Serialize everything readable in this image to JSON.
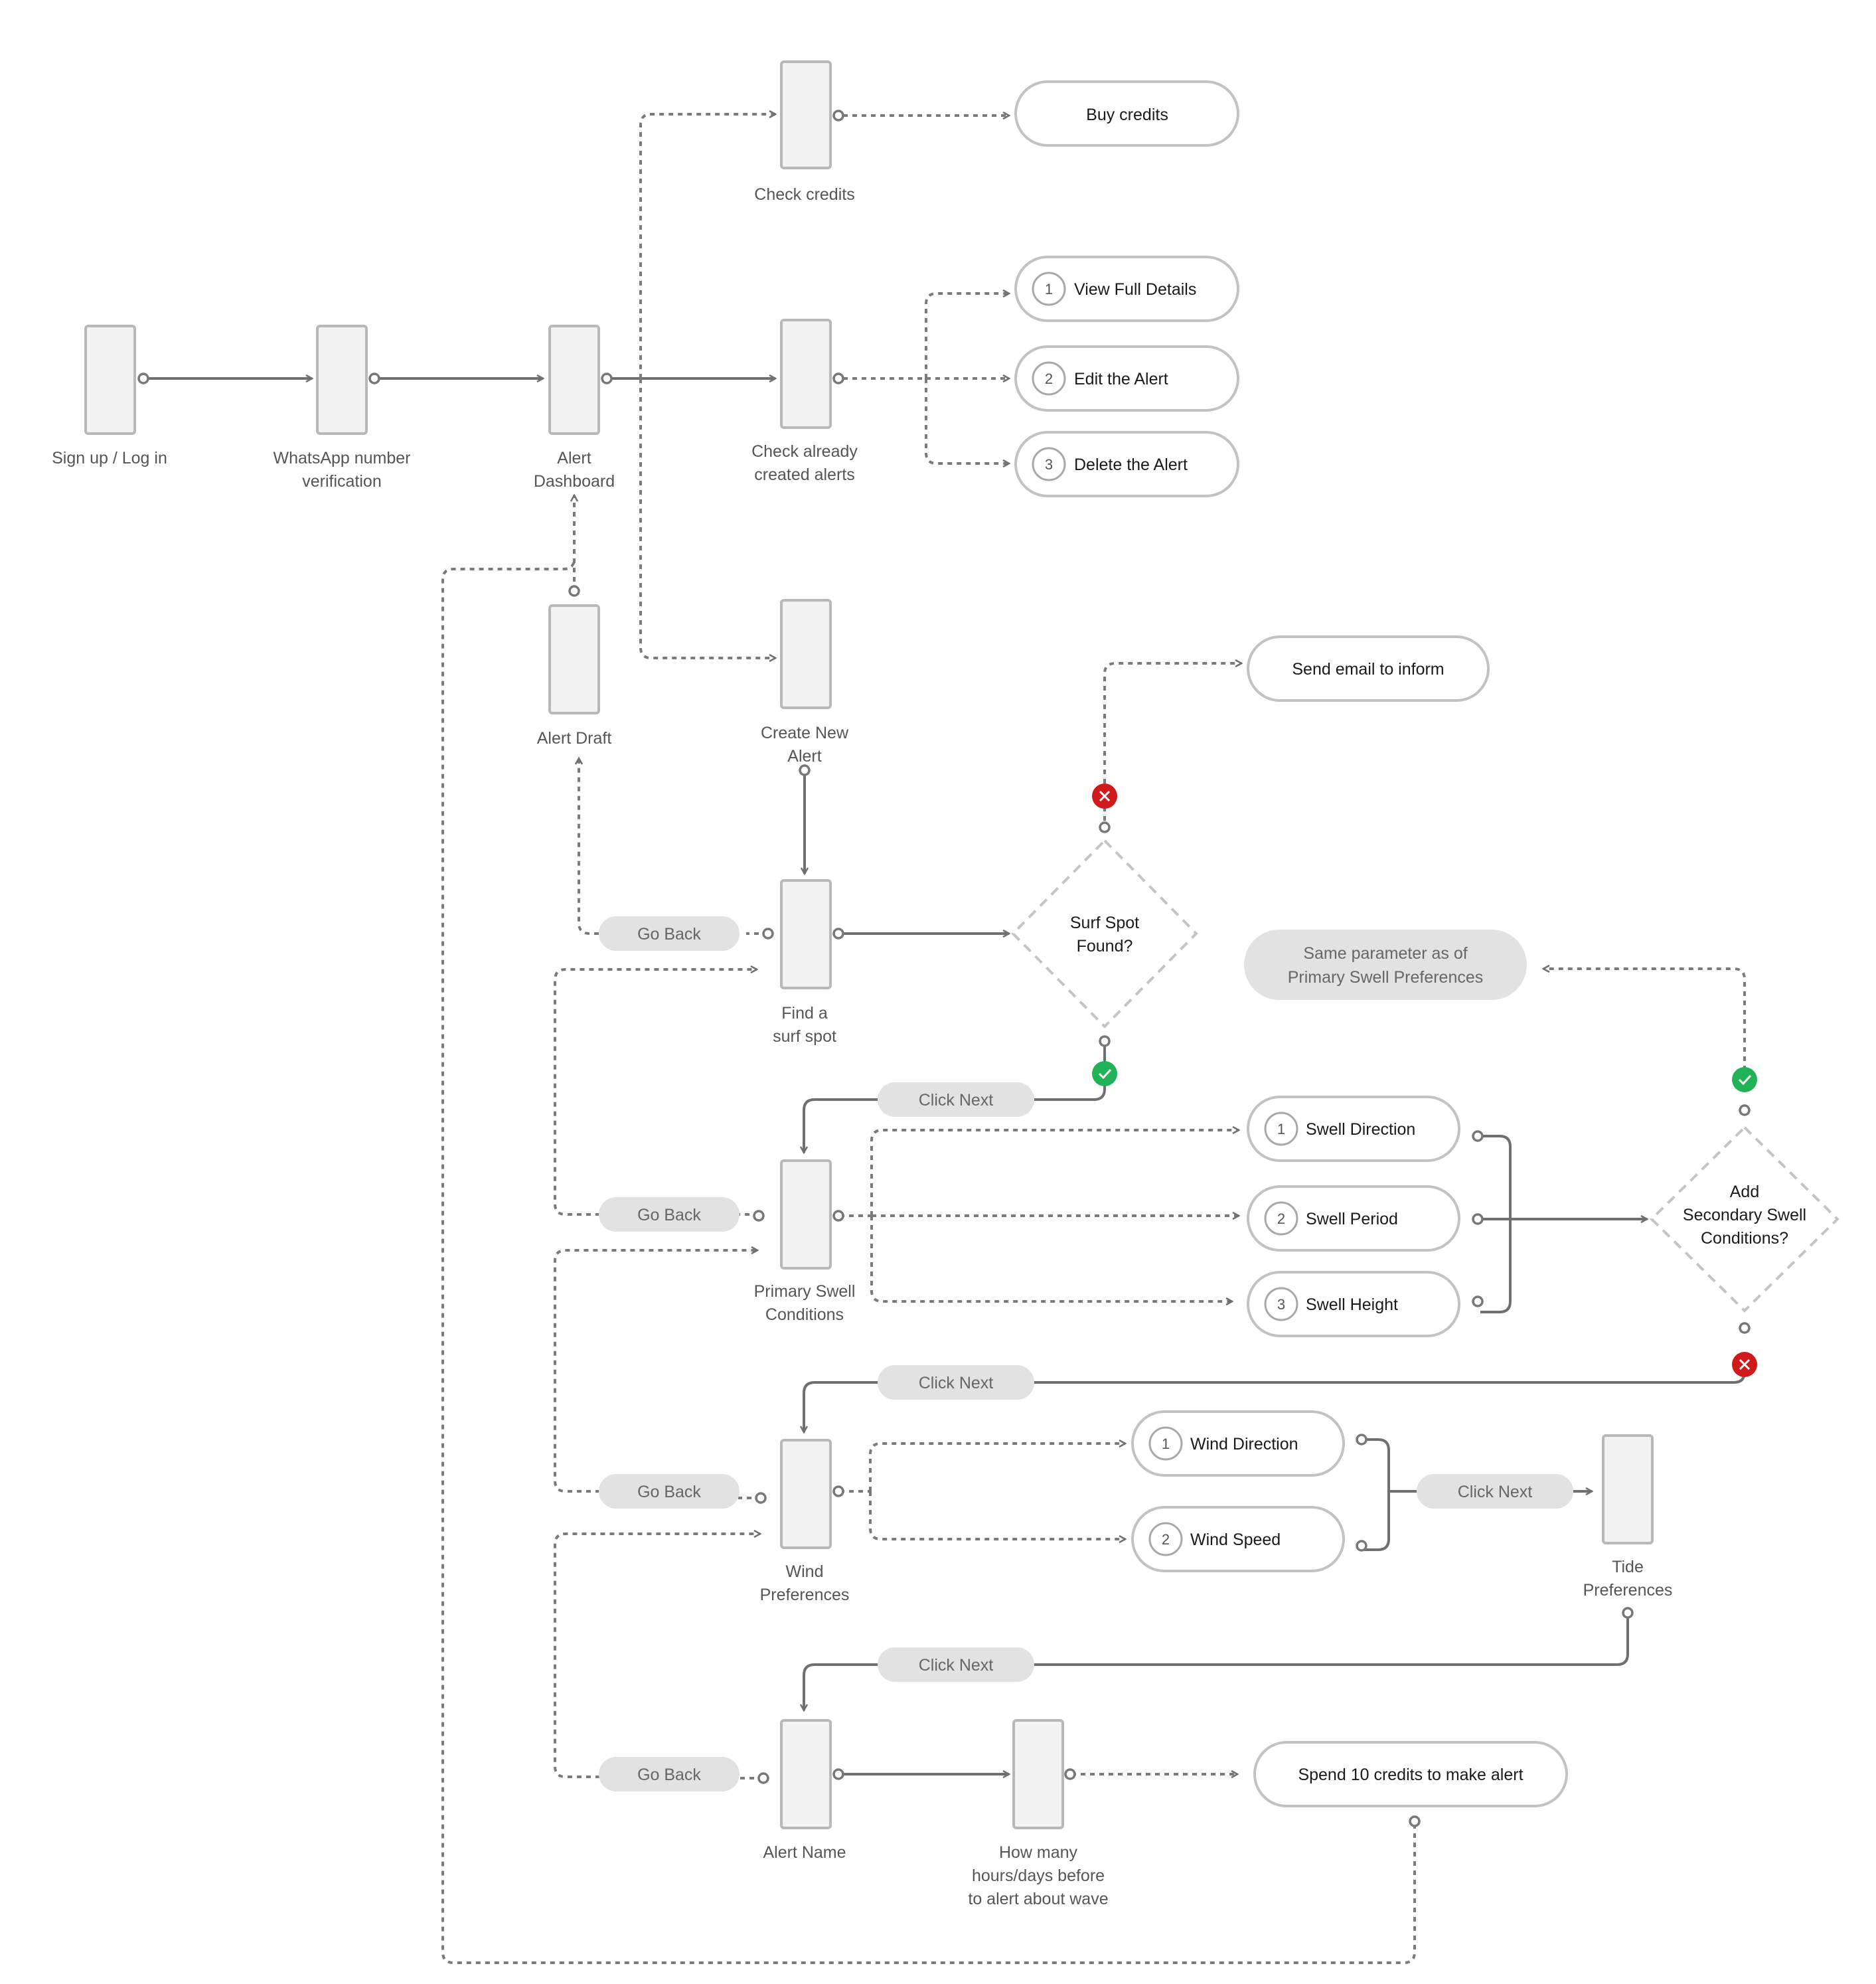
{
  "screens": {
    "signup": "Sign up / Log in",
    "whatsapp": [
      "WhatsApp number",
      "verification"
    ],
    "dashboard": [
      "Alert",
      "Dashboard"
    ],
    "check_credits": "Check credits",
    "check_alerts": [
      "Check already",
      "created alerts"
    ],
    "alert_draft": "Alert Draft",
    "create_alert": [
      "Create New",
      "Alert"
    ],
    "find_spot": [
      "Find a",
      "surf spot"
    ],
    "primary_swell": [
      "Primary Swell",
      "Conditions"
    ],
    "wind_prefs": [
      "Wind",
      "Preferences"
    ],
    "tide_prefs": [
      "Tide",
      "Preferences"
    ],
    "alert_name": "Alert Name",
    "how_many": [
      "How many",
      "hours/days before",
      "to alert about wave"
    ]
  },
  "actions": {
    "buy_credits": "Buy credits",
    "view_details": {
      "num": "1",
      "label": "View Full Details"
    },
    "edit_alert": {
      "num": "2",
      "label": "Edit the Alert"
    },
    "delete_alert": {
      "num": "3",
      "label": "Delete the Alert"
    },
    "send_email": "Send email to inform",
    "swell_direction": {
      "num": "1",
      "label": "Swell Direction"
    },
    "swell_period": {
      "num": "2",
      "label": "Swell Period"
    },
    "swell_height": {
      "num": "3",
      "label": "Swell Height"
    },
    "wind_direction": {
      "num": "1",
      "label": "Wind Direction"
    },
    "wind_speed": {
      "num": "2",
      "label": "Wind Speed"
    },
    "spend_credits": "Spend 10 credits to make alert"
  },
  "tags": {
    "go_back": "Go Back",
    "click_next": "Click Next",
    "same_param": [
      "Same parameter as of",
      "Primary Swell Preferences"
    ]
  },
  "decisions": {
    "surf_spot": [
      "Surf Spot",
      "Found?"
    ],
    "secondary_swell": [
      "Add",
      "Secondary Swell",
      "Conditions?"
    ]
  },
  "colors": {
    "yes": "#1fb257",
    "no": "#d0191b",
    "line": "#6f6f6f",
    "screen_fill": "#f2f2f2",
    "tag_fill": "#e2e2e2"
  }
}
